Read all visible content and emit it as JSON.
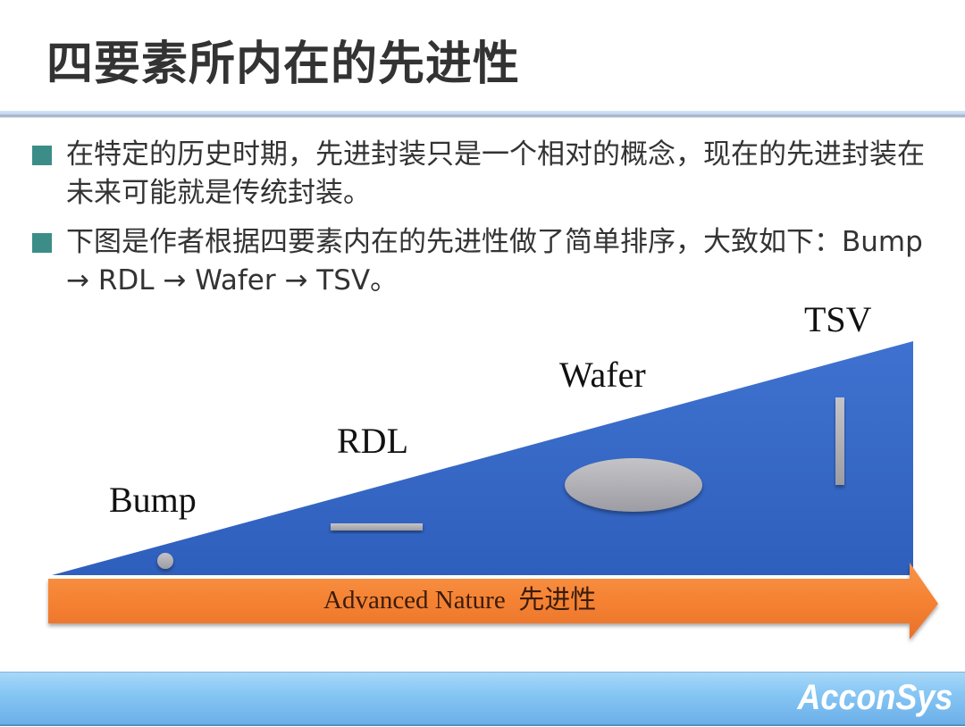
{
  "slide": {
    "title": "四要素所内在的先进性",
    "bullets": [
      {
        "text": "在特定的历史时期，先进封装只是一个相对的概念，现在的先进封装在未来可能就是传统封装。"
      },
      {
        "text": "下图是作者根据四要素内在的先进性做了简单排序，大致如下：Bump → RDL → Wafer → TSV。"
      }
    ],
    "colors": {
      "title": "#333333",
      "bullet_marker": "#3c8d87",
      "triangle": "#3366c4",
      "arrow": "#f38030",
      "shapes": "#a9a9ae",
      "footer": "#86c6f4"
    }
  },
  "diagram": {
    "stages": [
      {
        "label": "Bump",
        "shape": "circle"
      },
      {
        "label": "RDL",
        "shape": "horizontal-bar"
      },
      {
        "label": "Wafer",
        "shape": "ellipse"
      },
      {
        "label": "TSV",
        "shape": "vertical-bar"
      }
    ],
    "arrow_label": "Advanced Nature  先进性"
  },
  "footer": {
    "logo": "AcconSys"
  }
}
